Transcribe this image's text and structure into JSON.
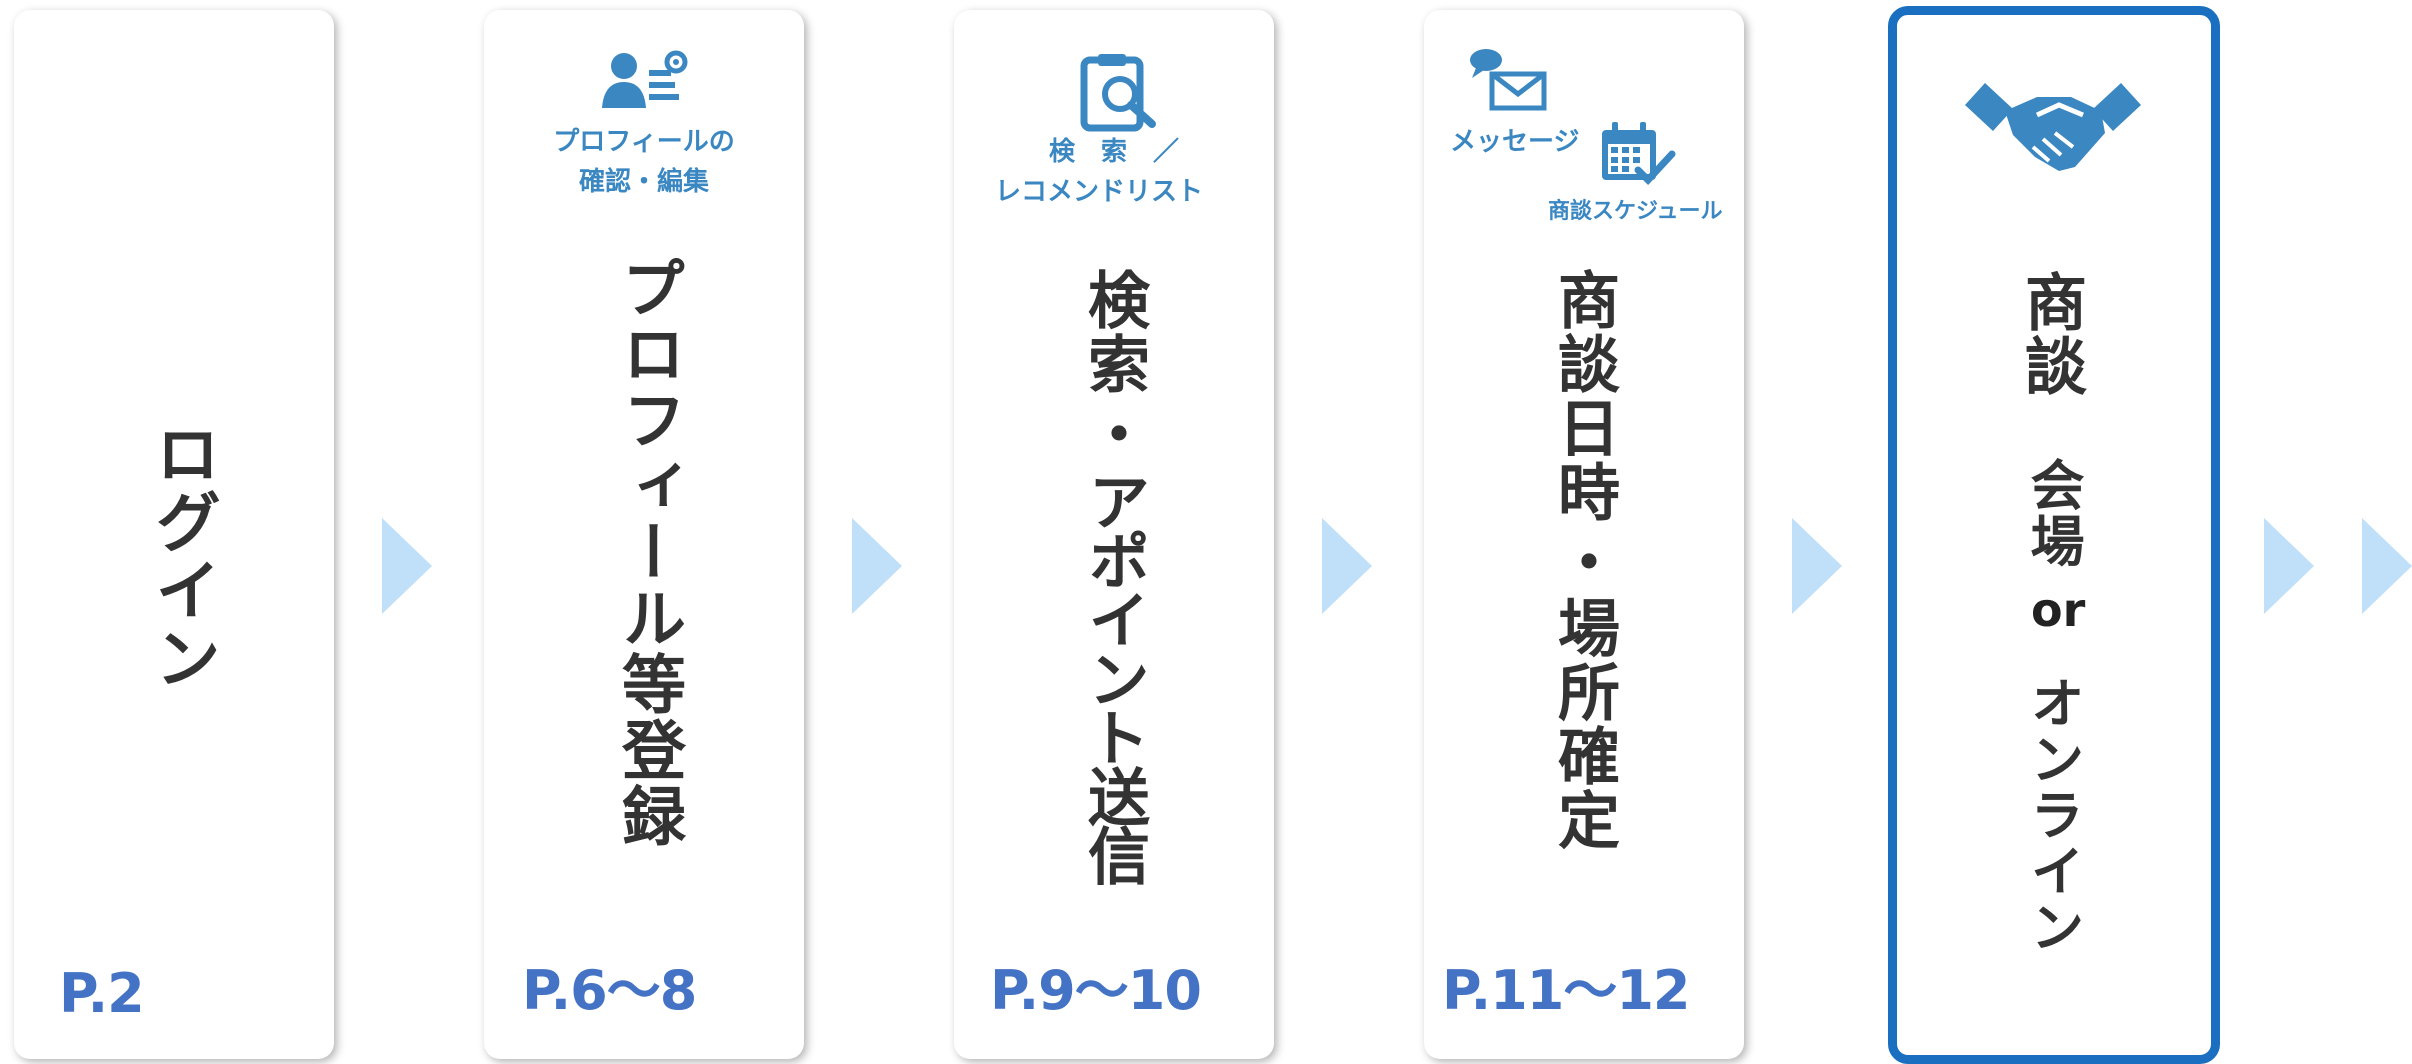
{
  "steps": [
    {
      "title": "ログイン",
      "page": "P.2"
    },
    {
      "title": "プロフィール等登録",
      "page": "P.6～8",
      "icon_label_1": "プロフィールの",
      "icon_label_2": "確認・編集"
    },
    {
      "title_1": "検索",
      "title_2": "・",
      "title_3": "アポイント送信",
      "page": "P.9～10",
      "icon_label_1": "検　索　／",
      "icon_label_2": "レコメンドリスト"
    },
    {
      "title_1": "商談日時",
      "title_2": "・",
      "title_3": "場所確定",
      "page": "P.11～12",
      "icon_label_1": "メッセージ",
      "icon_label_2": "商談スケジュール"
    },
    {
      "title": "商談",
      "sub_1": "会場",
      "or": "or",
      "sub_2": "オンライン"
    }
  ],
  "icons": [
    "profile-edit-icon",
    "search-clipboard-icon",
    "message-envelope-icon",
    "calendar-check-icon",
    "handshake-icon"
  ],
  "colors": {
    "accent": "#1a6fc0",
    "icon": "#3a87c2",
    "page_number": "#4473c5",
    "arrow": "#bfe0f8"
  }
}
